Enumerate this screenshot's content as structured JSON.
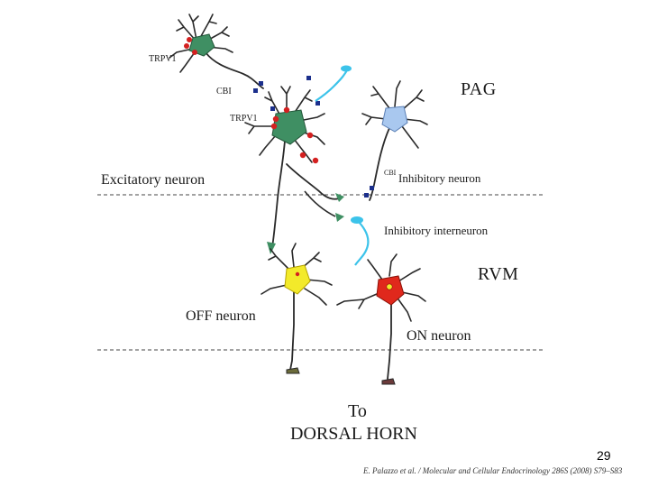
{
  "labels": {
    "trpv1_top": "TRPV1",
    "cb1_top": "CBI",
    "trpv1_mid": "TRPV1",
    "pag": "PAG",
    "excitatory_neuron": "Excitatory neuron",
    "cb1_inhib": "CBI",
    "inhibitory_neuron": "Inhibitory neuron",
    "inhibitory_interneuron": "Inhibitory interneuron",
    "rvm": "RVM",
    "off_neuron": "OFF neuron",
    "on_neuron": "ON neuron",
    "to": "To",
    "dorsal_horn": "DORSAL HORN"
  },
  "page_number": "29",
  "citation": "E. Palazzo et al. / Molecular and Cellular Endocrinology 286S (2008) S79–S83",
  "colors": {
    "green_neuron": "#3f8f63",
    "blue_neuron": "#a9c8ef",
    "cyan_axon": "#3cc3ea",
    "yellow_neuron": "#f3ea2a",
    "red_neuron": "#e0281c",
    "receptor_red": "#d42020",
    "receptor_blue": "#1b2f8c",
    "line": "#2a2a2a"
  }
}
